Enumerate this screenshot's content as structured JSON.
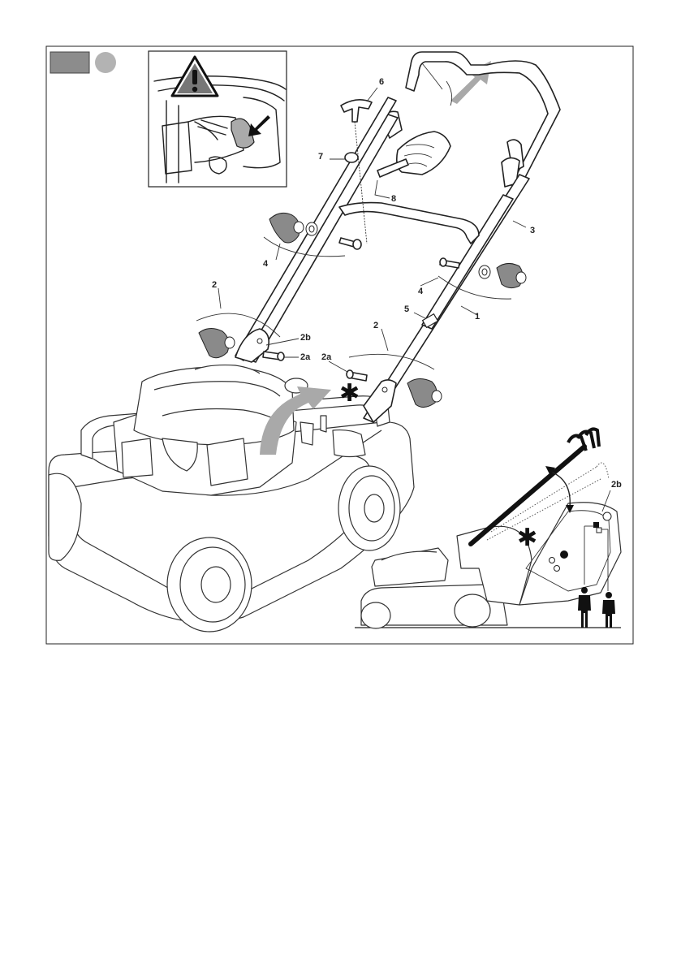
{
  "figure": {
    "header_box_color": "#8c8c8c",
    "header_circle_color": "#b3b3b3",
    "warning_icon": "warning-triangle-icon",
    "labels": {
      "part_1": "1",
      "part_2_left": "2",
      "part_2_right": "2",
      "part_2a_left": "2a",
      "part_2a_right": "2a",
      "part_2b_main": "2b",
      "part_2b_inset": "2b",
      "part_3": "3",
      "part_4_left": "4",
      "part_4_right": "4",
      "part_5": "5",
      "part_6": "6",
      "part_7": "7",
      "part_8": "8"
    },
    "asterisk_main": "✱",
    "asterisk_inset": "✱",
    "person_icon": "person-icon"
  }
}
